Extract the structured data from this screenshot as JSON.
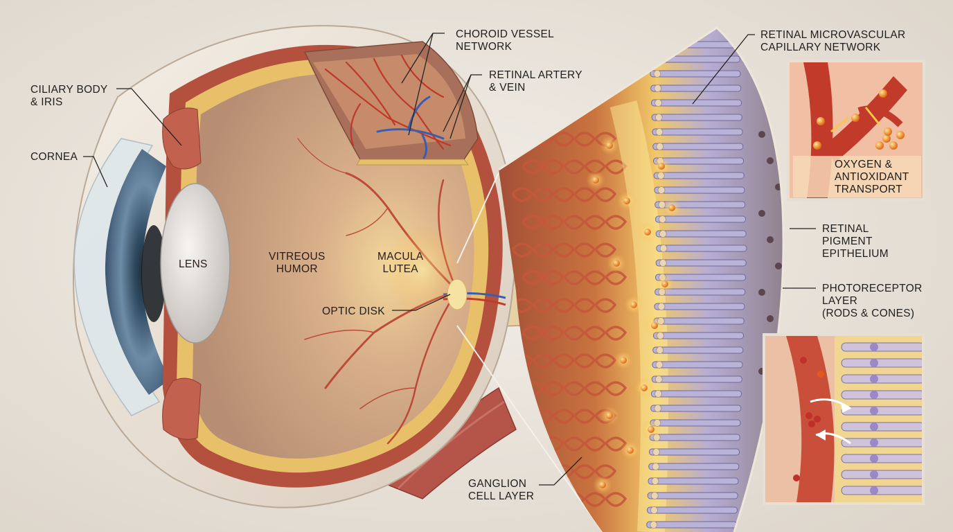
{
  "labels": {
    "ciliary_body": [
      "CILIARY BODY",
      "& IRIS"
    ],
    "cornea": [
      "CORNEA"
    ],
    "lens": [
      "LENS"
    ],
    "vitreous": [
      "VITREOUS",
      "HUMOR"
    ],
    "macula": [
      "MACULA",
      "LUTEA"
    ],
    "optic_disk": [
      "OPTIC DISK"
    ],
    "choroid": [
      "CHOROID VESSEL",
      "NETWORK"
    ],
    "retinal_artery": [
      "RETINAL ARTERY",
      "& VEIN"
    ],
    "microvascular": [
      "RETINAL MICROVASCULAR",
      "CAPILLARY NETWORK"
    ],
    "rpe": [
      "RETINAL",
      "PIGMENT",
      "EPITHELIUM"
    ],
    "photoreceptor": [
      "PHOTORECEPTOR",
      "LAYER",
      "(RODS & CONES)"
    ],
    "ganglion": [
      "GANGLION",
      "CELL LAYER"
    ],
    "oxygen": [
      "OXYGEN &",
      "ANTIOXIDANT",
      "TRANSPORT"
    ]
  },
  "colors": {
    "background": "#e9e3da",
    "sclera": "#efe7dc",
    "choroid": "#b5503f",
    "retina": "#e9c36e",
    "vitreous": "#c9a68a",
    "iris": "#5f7f98",
    "artery": "#c23a2a",
    "vein": "#3a5db0",
    "glow": "#ffd55a",
    "rod": "#8d86b8"
  }
}
